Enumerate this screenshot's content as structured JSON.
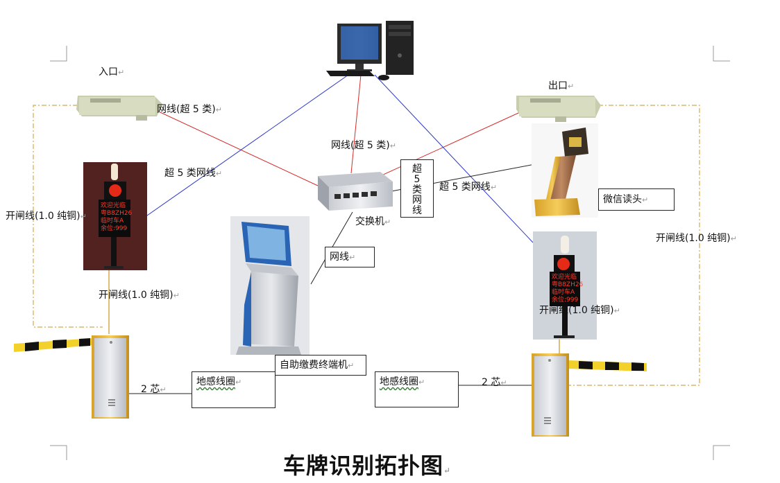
{
  "title": "车牌识别拓扑图",
  "para_mark": "↵",
  "labels": {
    "entrance": "入口",
    "exit": "出口",
    "cable_left": "网线(超 5 类)",
    "cable_center": "网线(超 5 类)",
    "cat5_left": "超 5 类网线",
    "cat5_right": "超 5 类网线",
    "gate_wire_left": "开闸线(1.0 纯铜)",
    "gate_wire_left_low": "开闸线(1.0 纯铜)",
    "gate_wire_right": "开闸线(1.0 纯铜)",
    "gate_wire_right_low": "开闸线(1.0 纯铜)",
    "switch": "交换机",
    "two_core_left": "2 芯",
    "two_core_right": "2 芯"
  },
  "boxes": {
    "wechat_reader": "微信读头",
    "network_cable": "网线",
    "self_service_terminal": "自助缴费终端机",
    "loop_left": "地感线圈",
    "loop_right": "地感线圈"
  },
  "vertical_box_chars": [
    "超",
    "5",
    "类",
    "网",
    "线"
  ],
  "led_display": {
    "line1": "欢迎光临",
    "line2": "粤B8ZH26",
    "line3": "临时车A",
    "line4": "余位:999"
  },
  "devices": {
    "camera_left": "camera-icon",
    "camera_right": "camera-icon",
    "computer": "desktop-computer-icon",
    "switch": "network-switch-icon",
    "kiosk": "kiosk-terminal-icon",
    "barrier_left": "barrier-gate-icon",
    "barrier_right": "barrier-gate-icon",
    "display_left": "led-display-pole-icon",
    "display_right": "led-display-pole-icon",
    "reader": "wechat-reader-icon"
  },
  "colors": {
    "red_line": "#d42a2a",
    "blue_line": "#2b36c8",
    "black_line": "#222222",
    "gate_wire": "#d4a94a",
    "barrier_yellow": "#f2d12b"
  }
}
